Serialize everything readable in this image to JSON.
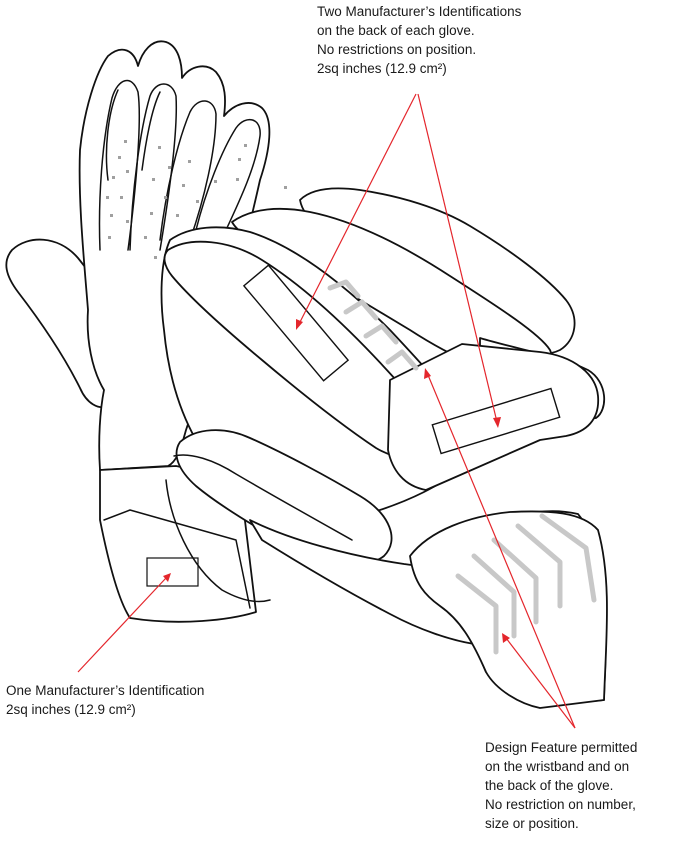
{
  "annotations": {
    "top": [
      "Two Manufacturer’s Identifications",
      "on the back of each glove.",
      "No restrictions on position.",
      "2sq inches (12.9 cm²)"
    ],
    "left": [
      "One Manufacturer’s Identification",
      "2sq inches (12.9 cm²)"
    ],
    "bottom": [
      "Design Feature permitted",
      "on the wristband and on",
      "the back of the glove.",
      "No restriction on number,",
      "size or position."
    ]
  },
  "colors": {
    "leader_line": "#e4262c",
    "design_feature": "#c8c8c8",
    "outline": "#111111"
  }
}
